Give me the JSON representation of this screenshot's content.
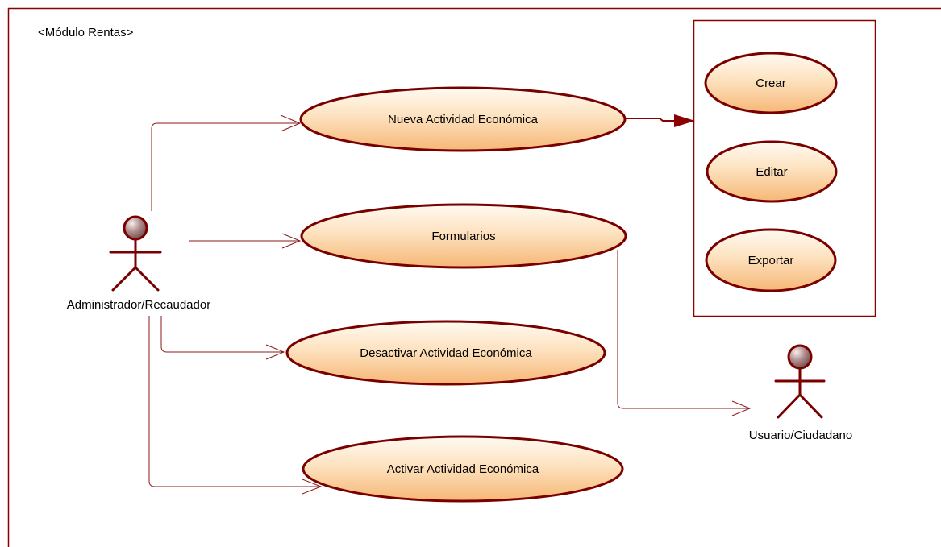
{
  "diagram": {
    "system_title": "<Módulo  Rentas>",
    "actors": [
      {
        "id": "admin",
        "label": "Administrador/Recaudador"
      },
      {
        "id": "user",
        "label": "Usuario/Ciudadano"
      }
    ],
    "use_cases": [
      {
        "id": "nueva",
        "label": "Nueva Actividad Económica"
      },
      {
        "id": "formularios",
        "label": "Formularios"
      },
      {
        "id": "desactivar",
        "label": "Desactivar Actividad Económica"
      },
      {
        "id": "activar",
        "label": "Activar Actividad Económica"
      },
      {
        "id": "crear",
        "label": "Crear"
      },
      {
        "id": "editar",
        "label": "Editar"
      },
      {
        "id": "exportar",
        "label": "Exportar"
      }
    ],
    "colors": {
      "border": "#8b0000",
      "ellipse_stroke": "#7a0000",
      "ellipse_fill_light": "#fffaf0",
      "ellipse_fill_dark": "#f7c58a",
      "actor_head_light": "#f4eaea",
      "actor_head_dark": "#7d5a5a"
    }
  }
}
